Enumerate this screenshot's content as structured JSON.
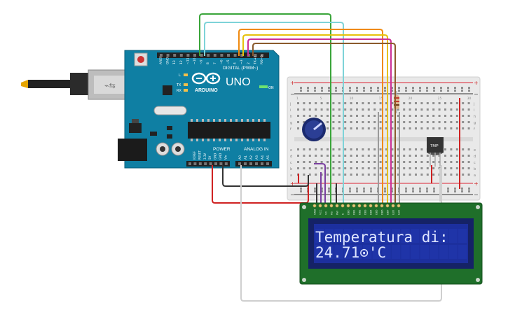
{
  "arduino": {
    "brand": "ARDUINO",
    "model": "UNO",
    "digital_label": "DIGITAL (PWM~)",
    "power_label": "POWER",
    "analog_label": "ANALOG IN",
    "on_label": "ON",
    "tx_label": "TX",
    "rx_label": "RX",
    "l_label": "L",
    "top_pins": [
      "AREF",
      "GND",
      "13",
      "12",
      "~11",
      "~10",
      "~9",
      "8",
      "7",
      "~6",
      "~5",
      "4",
      "~3",
      "2",
      "TX→1",
      "RX←0"
    ],
    "power_pins": [
      "IOREF",
      "RESET",
      "3.3V",
      "5V",
      "GND",
      "GND",
      "Vin"
    ],
    "analog_pins": [
      "A0",
      "A1",
      "A2",
      "A3",
      "A4",
      "A5"
    ]
  },
  "breadboard": {
    "row_letters_top": [
      "j",
      "i",
      "h",
      "g",
      "f"
    ],
    "row_letters_bottom": [
      "e",
      "d",
      "c",
      "b",
      "a"
    ],
    "column_numbers": [
      "1",
      "5",
      "10",
      "15",
      "20",
      "25",
      "30"
    ]
  },
  "sensor": {
    "label": "TMP"
  },
  "lcd": {
    "line1": "Temperatura di:",
    "line2": "24.71",
    "line2_degree_glyph": "⊙",
    "line2_unit": "'C",
    "pin_labels": [
      "GND",
      "VCC",
      "V0",
      "RS",
      "RW",
      "E",
      "DB0",
      "DB1",
      "DB2",
      "DB3",
      "DB4",
      "DB5",
      "DB6",
      "DB7",
      "LED",
      "LED"
    ],
    "colors": {
      "frame": "#1f6f2a",
      "screen": "#1c2f9e",
      "text": "#dfe6ff"
    }
  },
  "wire_colors": {
    "green": "#3aa53a",
    "cyan": "#7ed3d8",
    "orange": "#f08a10",
    "yellow": "#e6c20c",
    "magenta": "#cc2f95",
    "brown": "#8a5a2c",
    "red": "#cf2222",
    "black": "#333333",
    "purple": "#7a3fa0",
    "white": "#cfcfcf",
    "gray": "#9a9a9a"
  }
}
